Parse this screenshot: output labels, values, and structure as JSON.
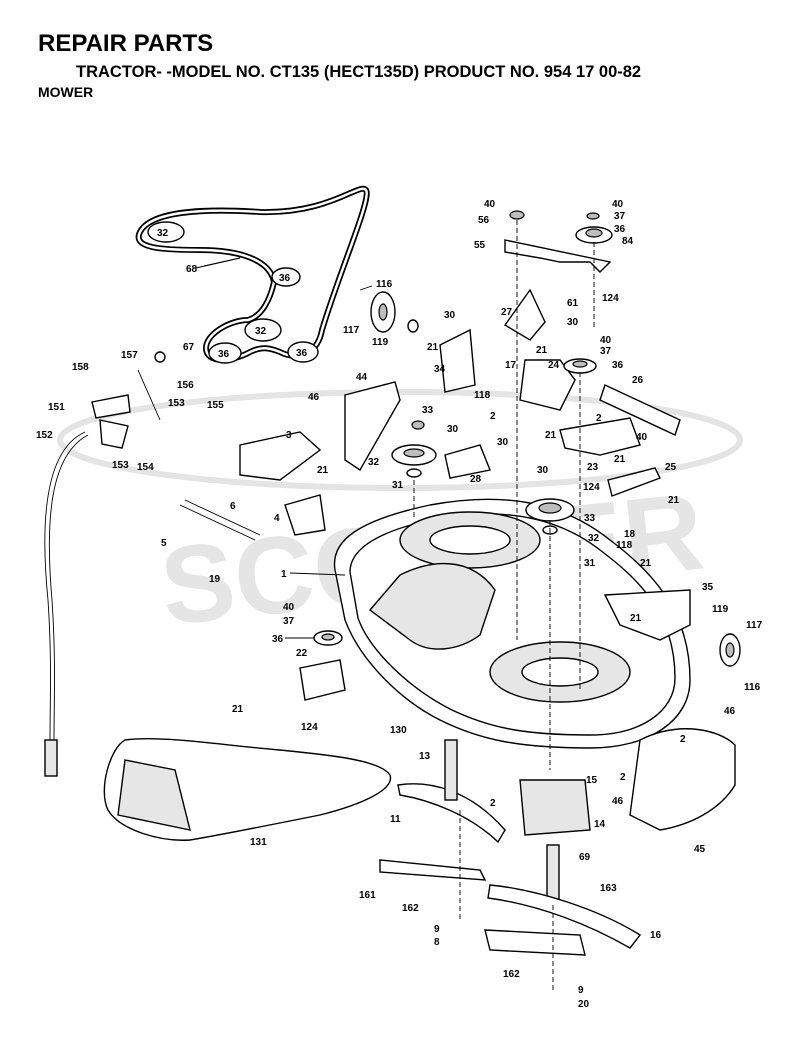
{
  "header": {
    "title": "REPAIR PARTS",
    "subtitle": "TRACTOR- -MODEL NO. CT135 (HECT135D) PRODUCT NO. 954 17 00-82",
    "section": "MOWER"
  },
  "watermark": {
    "name": "scooter-logo-watermark"
  },
  "callouts": [
    {
      "id": "c-68",
      "label": "68"
    },
    {
      "id": "c-116a",
      "label": "116"
    },
    {
      "id": "c-117a",
      "label": "117"
    },
    {
      "id": "c-119a",
      "label": "119"
    },
    {
      "id": "c-67",
      "label": "67"
    },
    {
      "id": "c-157",
      "label": "157"
    },
    {
      "id": "c-158",
      "label": "158"
    },
    {
      "id": "c-151",
      "label": "151"
    },
    {
      "id": "c-156",
      "label": "156"
    },
    {
      "id": "c-153a",
      "label": "153"
    },
    {
      "id": "c-155",
      "label": "155"
    },
    {
      "id": "c-152",
      "label": "152"
    },
    {
      "id": "c-153b",
      "label": "153"
    },
    {
      "id": "c-154",
      "label": "154"
    },
    {
      "id": "c-46a",
      "label": "46"
    },
    {
      "id": "c-44",
      "label": "44"
    },
    {
      "id": "c-3",
      "label": "3"
    },
    {
      "id": "c-21a",
      "label": "21"
    },
    {
      "id": "c-4",
      "label": "4"
    },
    {
      "id": "c-6",
      "label": "6"
    },
    {
      "id": "c-5",
      "label": "5"
    },
    {
      "id": "c-19",
      "label": "19"
    },
    {
      "id": "c-1",
      "label": "1"
    },
    {
      "id": "c-40a",
      "label": "40"
    },
    {
      "id": "c-37a",
      "label": "37"
    },
    {
      "id": "c-36a",
      "label": "36"
    },
    {
      "id": "c-22",
      "label": "22"
    },
    {
      "id": "c-21b",
      "label": "21"
    },
    {
      "id": "c-124a",
      "label": "124"
    },
    {
      "id": "c-130",
      "label": "130"
    },
    {
      "id": "c-131",
      "label": "131"
    },
    {
      "id": "c-40b",
      "label": "40"
    },
    {
      "id": "c-56",
      "label": "56"
    },
    {
      "id": "c-55",
      "label": "55"
    },
    {
      "id": "c-40c",
      "label": "40"
    },
    {
      "id": "c-37b",
      "label": "37"
    },
    {
      "id": "c-36b",
      "label": "36"
    },
    {
      "id": "c-84",
      "label": "84"
    },
    {
      "id": "c-124b",
      "label": "124"
    },
    {
      "id": "c-61",
      "label": "61"
    },
    {
      "id": "c-27",
      "label": "27"
    },
    {
      "id": "c-30a",
      "label": "30"
    },
    {
      "id": "c-30b",
      "label": "30"
    },
    {
      "id": "c-21c",
      "label": "21"
    },
    {
      "id": "c-34",
      "label": "34"
    },
    {
      "id": "c-17",
      "label": "17"
    },
    {
      "id": "c-21d",
      "label": "21"
    },
    {
      "id": "c-118a",
      "label": "118"
    },
    {
      "id": "c-40d",
      "label": "40"
    },
    {
      "id": "c-37c",
      "label": "37"
    },
    {
      "id": "c-36c",
      "label": "36"
    },
    {
      "id": "c-24",
      "label": "24"
    },
    {
      "id": "c-26",
      "label": "26"
    },
    {
      "id": "c-2a",
      "label": "2"
    },
    {
      "id": "c-40e",
      "label": "40"
    },
    {
      "id": "c-21e",
      "label": "21"
    },
    {
      "id": "c-33a",
      "label": "33"
    },
    {
      "id": "c-30c",
      "label": "30"
    },
    {
      "id": "c-30d",
      "label": "30"
    },
    {
      "id": "c-2b",
      "label": "2"
    },
    {
      "id": "c-32a",
      "label": "32"
    },
    {
      "id": "c-31a",
      "label": "31"
    },
    {
      "id": "c-28",
      "label": "28"
    },
    {
      "id": "c-23",
      "label": "23"
    },
    {
      "id": "c-21f",
      "label": "21"
    },
    {
      "id": "c-25",
      "label": "25"
    },
    {
      "id": "c-30e",
      "label": "30"
    },
    {
      "id": "c-124c",
      "label": "124"
    },
    {
      "id": "c-21g",
      "label": "21"
    },
    {
      "id": "c-33b",
      "label": "33"
    },
    {
      "id": "c-18",
      "label": "18"
    },
    {
      "id": "c-32b",
      "label": "32"
    },
    {
      "id": "c-118b",
      "label": "118"
    },
    {
      "id": "c-31b",
      "label": "31"
    },
    {
      "id": "c-21h",
      "label": "21"
    },
    {
      "id": "c-35",
      "label": "35"
    },
    {
      "id": "c-21i",
      "label": "21"
    },
    {
      "id": "c-119b",
      "label": "119"
    },
    {
      "id": "c-117b",
      "label": "117"
    },
    {
      "id": "c-116b",
      "label": "116"
    },
    {
      "id": "c-46b",
      "label": "46"
    },
    {
      "id": "c-2c",
      "label": "2"
    },
    {
      "id": "c-13",
      "label": "13"
    },
    {
      "id": "c-15",
      "label": "15"
    },
    {
      "id": "c-2d",
      "label": "2"
    },
    {
      "id": "c-2e",
      "label": "2"
    },
    {
      "id": "c-46c",
      "label": "46"
    },
    {
      "id": "c-11",
      "label": "11"
    },
    {
      "id": "c-14",
      "label": "14"
    },
    {
      "id": "c-45",
      "label": "45"
    },
    {
      "id": "c-69",
      "label": "69"
    },
    {
      "id": "c-161",
      "label": "161"
    },
    {
      "id": "c-163",
      "label": "163"
    },
    {
      "id": "c-162a",
      "label": "162"
    },
    {
      "id": "c-9a",
      "label": "9"
    },
    {
      "id": "c-8",
      "label": "8"
    },
    {
      "id": "c-16",
      "label": "16"
    },
    {
      "id": "c-162b",
      "label": "162"
    },
    {
      "id": "c-9b",
      "label": "9"
    },
    {
      "id": "c-20",
      "label": "20"
    }
  ],
  "pulley_labels": [
    {
      "id": "pl-32a",
      "label": "32"
    },
    {
      "id": "pl-36a",
      "label": "36"
    },
    {
      "id": "pl-32b",
      "label": "32"
    },
    {
      "id": "pl-36b",
      "label": "36"
    },
    {
      "id": "pl-36c",
      "label": "36"
    }
  ]
}
